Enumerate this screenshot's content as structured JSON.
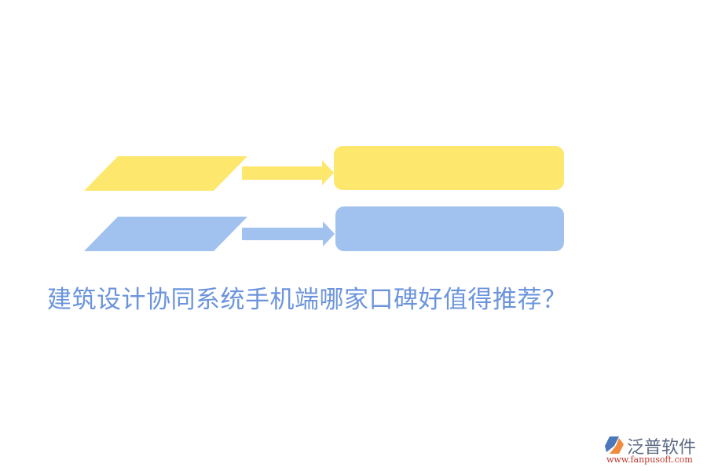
{
  "colors": {
    "yellow": "#fde76c",
    "blue": "#a1c1ee",
    "title_text": "#6b94dc",
    "logo_text": "#5b6a82",
    "logo_url": "#c0392b",
    "logo_orange": "#f08a3c",
    "logo_blue": "#4a78b8"
  },
  "diagram": {
    "rows": [
      {
        "color": "yellow",
        "parallelogram_label": "",
        "box_label": ""
      },
      {
        "color": "blue",
        "parallelogram_label": "",
        "box_label": ""
      }
    ]
  },
  "title": "建筑设计协同系统手机端哪家口碑好值得推荐？",
  "logo": {
    "name": "泛普软件",
    "url": "www.fanpusoft.com",
    "icon": "fanpu-logo-icon"
  }
}
